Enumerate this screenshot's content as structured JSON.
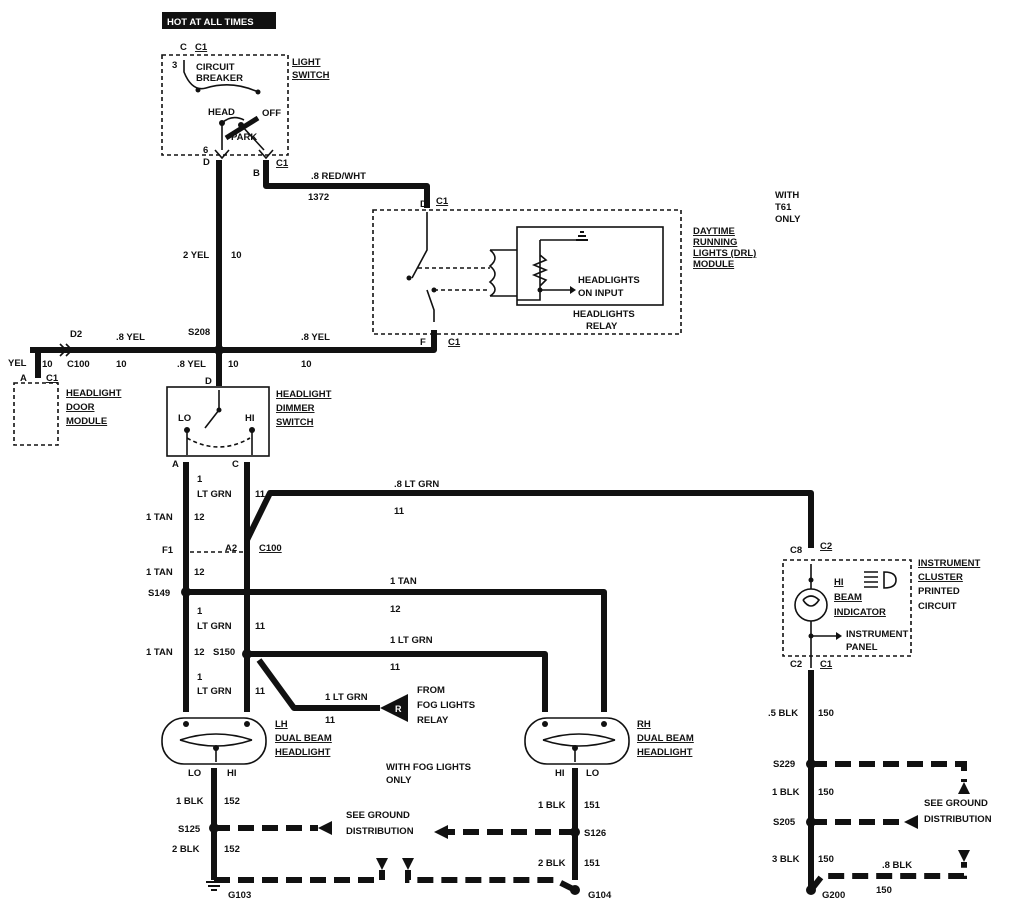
{
  "banner": "HOT AT ALL TIMES",
  "light_switch": {
    "title_1": "LIGHT",
    "title_2": "SWITCH",
    "conn_c": "C",
    "conn_c1": "C1",
    "pin_3": "3",
    "cb_1": "CIRCUIT",
    "cb_2": "BREAKER",
    "head": "HEAD",
    "off": "OFF",
    "park": "PARK",
    "pin_6": "6",
    "pin_d": "D",
    "pin_b": "B",
    "conn_b_c1": "C1"
  },
  "wires": {
    "red_wht": ".8 RED/WHT",
    "red_wht_num": "1372",
    "yel2": "2 YEL",
    "yel2_num": "10",
    "d2": "D2",
    "yel_left": ".8 YEL",
    "yel_left_num": "10",
    "c100": "C100",
    "left_cut_yel": "YEL",
    "left_cut_num": "10",
    "s208": "S208",
    "yel_right": ".8 YEL",
    "yel_right_num": "10",
    "yel_down": ".8 YEL",
    "yel_down_num": "10",
    "lt_grn_top": ".8 LT GRN",
    "lt_grn_top_num": "11"
  },
  "drl": {
    "with": "WITH",
    "t61": "T61",
    "only": "ONLY",
    "t1": "DAYTIME",
    "t2": "RUNNING",
    "t3": "LIGHTS (DRL)",
    "t4": "MODULE",
    "in_1": "HEADLIGHTS",
    "in_2": "ON INPUT",
    "relay_1": "HEADLIGHTS",
    "relay_2": "RELAY",
    "pin_d": "D",
    "conn_d": "C1",
    "pin_f": "F",
    "conn_f": "C1"
  },
  "door_module": {
    "pin_a": "A",
    "conn": "C1",
    "t1": "HEADLIGHT",
    "t2": "DOOR",
    "t3": "MODULE"
  },
  "dimmer": {
    "pin_d": "D",
    "t1": "HEADLIGHT",
    "t2": "DIMMER",
    "t3": "SWITCH",
    "lo": "LO",
    "hi": "HI",
    "pin_a": "A",
    "pin_c": "C"
  },
  "left_harness": {
    "one": "1",
    "lt_grn_a": "LT GRN",
    "num11_a": "11",
    "tan_a": "1 TAN",
    "num12_a": "12",
    "f1": "F1",
    "a2": "A2",
    "c100": "C100",
    "tan_b": "1 TAN",
    "num12_b": "12",
    "s149": "S149",
    "one_b": "1",
    "lt_grn_b": "LT GRN",
    "num11_b": "11",
    "tan_c": "1 TAN",
    "num12_c": "12",
    "s150": "S150",
    "one_c": "1",
    "lt_grn_c": "LT GRN",
    "num11_c": "11"
  },
  "right_runs": {
    "tan": "1 TAN",
    "tan_num": "12",
    "lt_grn": "1 LT GRN",
    "lt_grn_num": "11",
    "fog_wire": "1 LT GRN",
    "fog_num": "11",
    "fog_1": "FROM",
    "fog_2": "FOG LIGHTS",
    "fog_3": "RELAY",
    "fog_r": "R",
    "fog_only_1": "WITH FOG LIGHTS",
    "fog_only_2": "ONLY"
  },
  "lh_headlight": {
    "t1": "LH",
    "t2": "DUAL BEAM",
    "t3": "HEADLIGHT",
    "lo": "LO",
    "hi": "HI",
    "blk": "1 BLK",
    "blk_num": "152",
    "s125": "S125",
    "blk2": "2 BLK",
    "blk2_num": "152",
    "ground": "G103"
  },
  "rh_headlight": {
    "t1": "RH",
    "t2": "DUAL BEAM",
    "t3": "HEADLIGHT",
    "hi": "HI",
    "lo": "LO",
    "blk": "1 BLK",
    "blk_num": "151",
    "s126": "S126",
    "blk2": "2 BLK",
    "blk2_num": "151",
    "ground": "G104"
  },
  "ground_dist": {
    "l1": "SEE GROUND",
    "l2": "DISTRIBUTION"
  },
  "cluster": {
    "pin_c8": "C8",
    "conn_top": "C2",
    "t1": "INSTRUMENT",
    "t2": "CLUSTER",
    "t3": "PRINTED",
    "t4": "CIRCUIT",
    "hi_1": "HI",
    "hi_2": "BEAM",
    "hi_3": "INDICATOR",
    "ip_1": "INSTRUMENT",
    "ip_2": "PANEL",
    "pin_c2": "C2",
    "conn_bot": "C1",
    "blk5": ".5 BLK",
    "blk5_num": "150",
    "s229": "S229",
    "blk1": "1 BLK",
    "blk1_num": "150",
    "s205": "S205",
    "blk3": "3 BLK",
    "blk3_num": "150",
    "ground": "G200",
    "blk8": ".8 BLK",
    "blk8_num": "150",
    "gd_1": "SEE GROUND",
    "gd_2": "DISTRIBUTION"
  }
}
